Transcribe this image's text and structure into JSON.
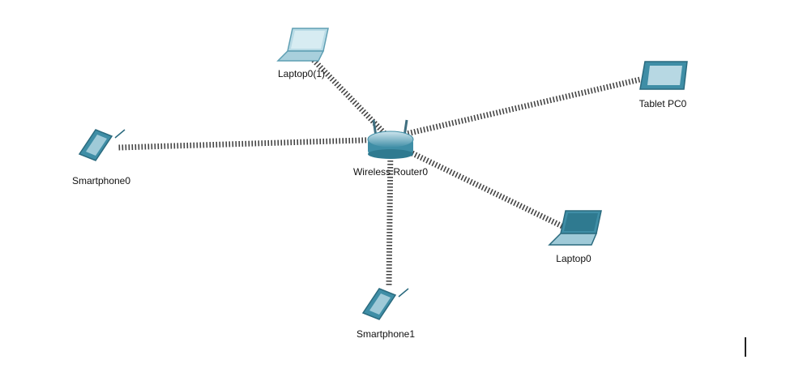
{
  "topology": {
    "router": {
      "id": "router",
      "label": "Wireless Router0",
      "icon": "wireless-router-icon"
    },
    "devices": [
      {
        "id": "laptop01",
        "label": "Laptop0(1)",
        "icon": "laptop-icon"
      },
      {
        "id": "tablet0",
        "label": "Tablet PC0",
        "icon": "tablet-icon"
      },
      {
        "id": "smartphone0",
        "label": "Smartphone0",
        "icon": "smartphone-icon"
      },
      {
        "id": "laptop0",
        "label": "Laptop0",
        "icon": "laptop-icon"
      },
      {
        "id": "smartphone1",
        "label": "Smartphone1",
        "icon": "smartphone-icon"
      }
    ],
    "links": [
      {
        "from": "router",
        "to": "laptop01",
        "type": "wireless"
      },
      {
        "from": "router",
        "to": "tablet0",
        "type": "wireless"
      },
      {
        "from": "router",
        "to": "smartphone0",
        "type": "wireless"
      },
      {
        "from": "router",
        "to": "laptop0",
        "type": "wireless"
      },
      {
        "from": "router",
        "to": "smartphone1",
        "type": "wireless"
      }
    ]
  },
  "colors": {
    "device": "#3f8ea6",
    "device_light": "#9fcad8",
    "link": "#444444"
  }
}
